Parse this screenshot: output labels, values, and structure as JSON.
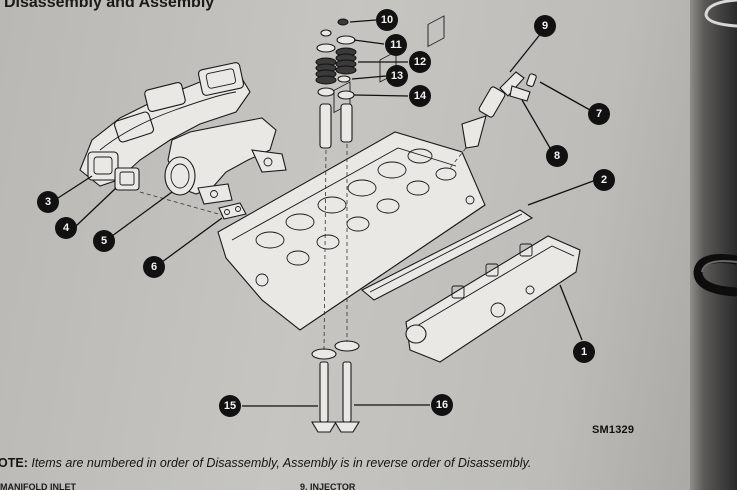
{
  "header": {
    "title": "Disassembly and Assembly"
  },
  "figure": {
    "id": "SM1329"
  },
  "note": {
    "prefix": "OTE:",
    "text": "Items are numbered in order of Disassembly, Assembly is in reverse order of Disassembly."
  },
  "footer": {
    "left": "MANIFOLD INLET",
    "middle": "9. INJECTOR"
  },
  "callouts": [
    {
      "number": "1"
    },
    {
      "number": "2"
    },
    {
      "number": "3"
    },
    {
      "number": "4"
    },
    {
      "number": "5"
    },
    {
      "number": "6"
    },
    {
      "number": "7"
    },
    {
      "number": "8"
    },
    {
      "number": "9"
    },
    {
      "number": "10"
    },
    {
      "number": "11"
    },
    {
      "number": "12"
    },
    {
      "number": "13"
    },
    {
      "number": "14"
    },
    {
      "number": "15"
    },
    {
      "number": "16"
    }
  ],
  "colors": {
    "paper": "#c3c2be",
    "ink": "#111111"
  }
}
